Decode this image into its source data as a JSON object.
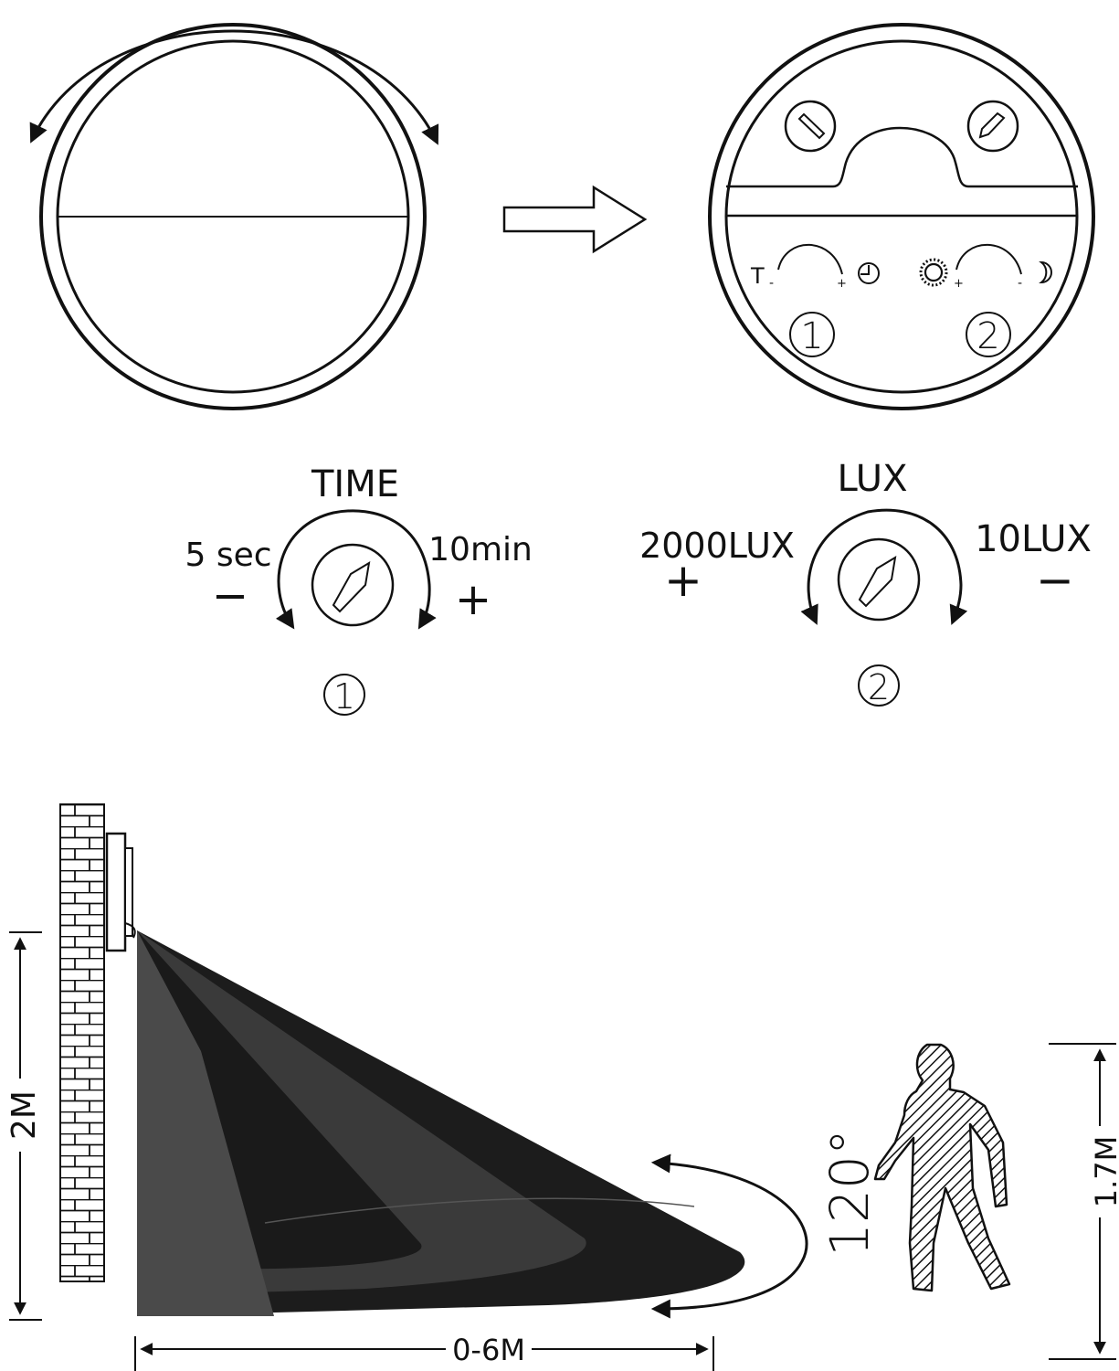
{
  "panel_icons": {
    "time_symbol": "T",
    "minus": "-",
    "plus": "+",
    "clock_icon": "clock-icon",
    "sun_icon": "sun-icon",
    "moon_icon": "moon-icon",
    "knob1_number": "1",
    "knob2_number": "2"
  },
  "time_knob": {
    "title": "TIME",
    "min_label": "5 sec",
    "max_label": "10min",
    "min_sign": "−",
    "max_sign": "+",
    "number": "1"
  },
  "lux_knob": {
    "title": "LUX",
    "max_label": "2000LUX",
    "min_label": "10LUX",
    "max_sign": "+",
    "min_sign": "−",
    "number": "2"
  },
  "detection": {
    "height_label": "2M",
    "range_label": "0-6M",
    "angle_label": "120°",
    "person_height_label": "1.7M"
  },
  "colors": {
    "ink": "#111111",
    "cone_dark": "#1c1c1c",
    "cone_mid": "#3a3a3a",
    "cone_light": "#4a4a4a"
  }
}
